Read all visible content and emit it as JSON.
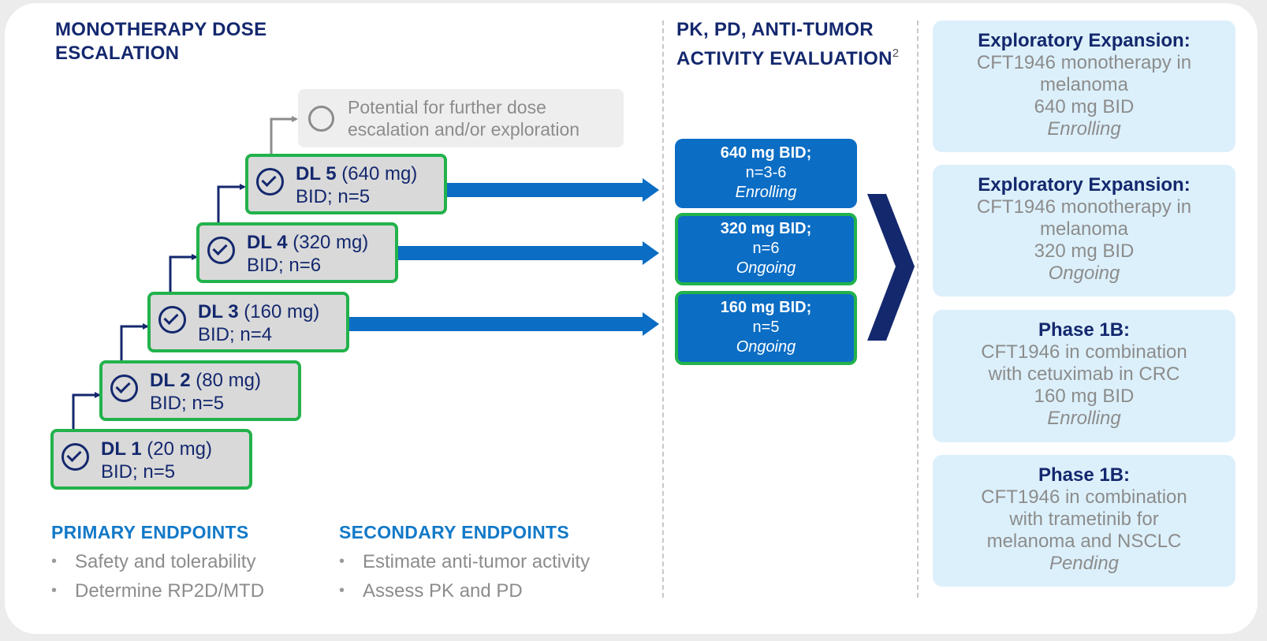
{
  "headers": {
    "dose_escalation": [
      "MONOTHERAPY DOSE",
      "ESCALATION"
    ],
    "pk_eval": [
      "PK, PD, ANTI-TUMOR",
      "ACTIVITY EVALUATION"
    ],
    "pk_footnote": "2"
  },
  "steps": [
    {
      "name": "DL 1",
      "dose": "(20 mg)",
      "detail": "BID; n=5"
    },
    {
      "name": "DL 2",
      "dose": "(80 mg)",
      "detail": "BID; n=5"
    },
    {
      "name": "DL 3",
      "dose": "(160 mg)",
      "detail": "BID; n=4"
    },
    {
      "name": "DL 4",
      "dose": "(320 mg)",
      "detail": "BID; n=6"
    },
    {
      "name": "DL 5",
      "dose": "(640 mg)",
      "detail": "BID; n=5"
    }
  ],
  "potential": [
    "Potential for further dose",
    "escalation and/or exploration"
  ],
  "pk_boxes": [
    {
      "dose": "640 mg BID;",
      "n": "n=3-6",
      "status": "Enrolling"
    },
    {
      "dose": "320 mg BID;",
      "n": "n=6",
      "status": "Ongoing"
    },
    {
      "dose": "160 mg BID;",
      "n": "n=5",
      "status": "Ongoing"
    }
  ],
  "expansions": [
    {
      "title": "Exploratory Expansion",
      "suffix": ":",
      "lines": [
        "CFT1946 monotherapy in",
        "melanoma",
        "640 mg BID"
      ],
      "status": "Enrolling"
    },
    {
      "title": "Exploratory Expansion",
      "suffix": ":",
      "lines": [
        "CFT1946 monotherapy in",
        "melanoma",
        "320 mg BID"
      ],
      "status": "Ongoing"
    },
    {
      "title": "Phase 1B",
      "suffix": ":",
      "lines": [
        "CFT1946 in combination",
        "with cetuximab in CRC",
        "160 mg BID"
      ],
      "status": "Enrolling"
    },
    {
      "title": "Phase 1B:",
      "suffix": "",
      "lines": [
        "CFT1946 in combination",
        "with trametinib for",
        "melanoma and NSCLC"
      ],
      "status": "Pending"
    }
  ],
  "endpoints": {
    "primary": {
      "title": "PRIMARY ENDPOINTS",
      "items": [
        "Safety and tolerability",
        "Determine RP2D/MTD"
      ]
    },
    "secondary": {
      "title": "SECONDARY ENDPOINTS",
      "items": [
        "Estimate anti-tumor activity",
        "Assess PK and PD"
      ]
    }
  },
  "colors": {
    "navy": "#14286e",
    "blue": "#0b6dc4",
    "green_border": "#22b24c",
    "step_fill": "#d9d9d9",
    "expansion_fill": "#dcf0fb",
    "gray_text": "#8c8c8c"
  }
}
